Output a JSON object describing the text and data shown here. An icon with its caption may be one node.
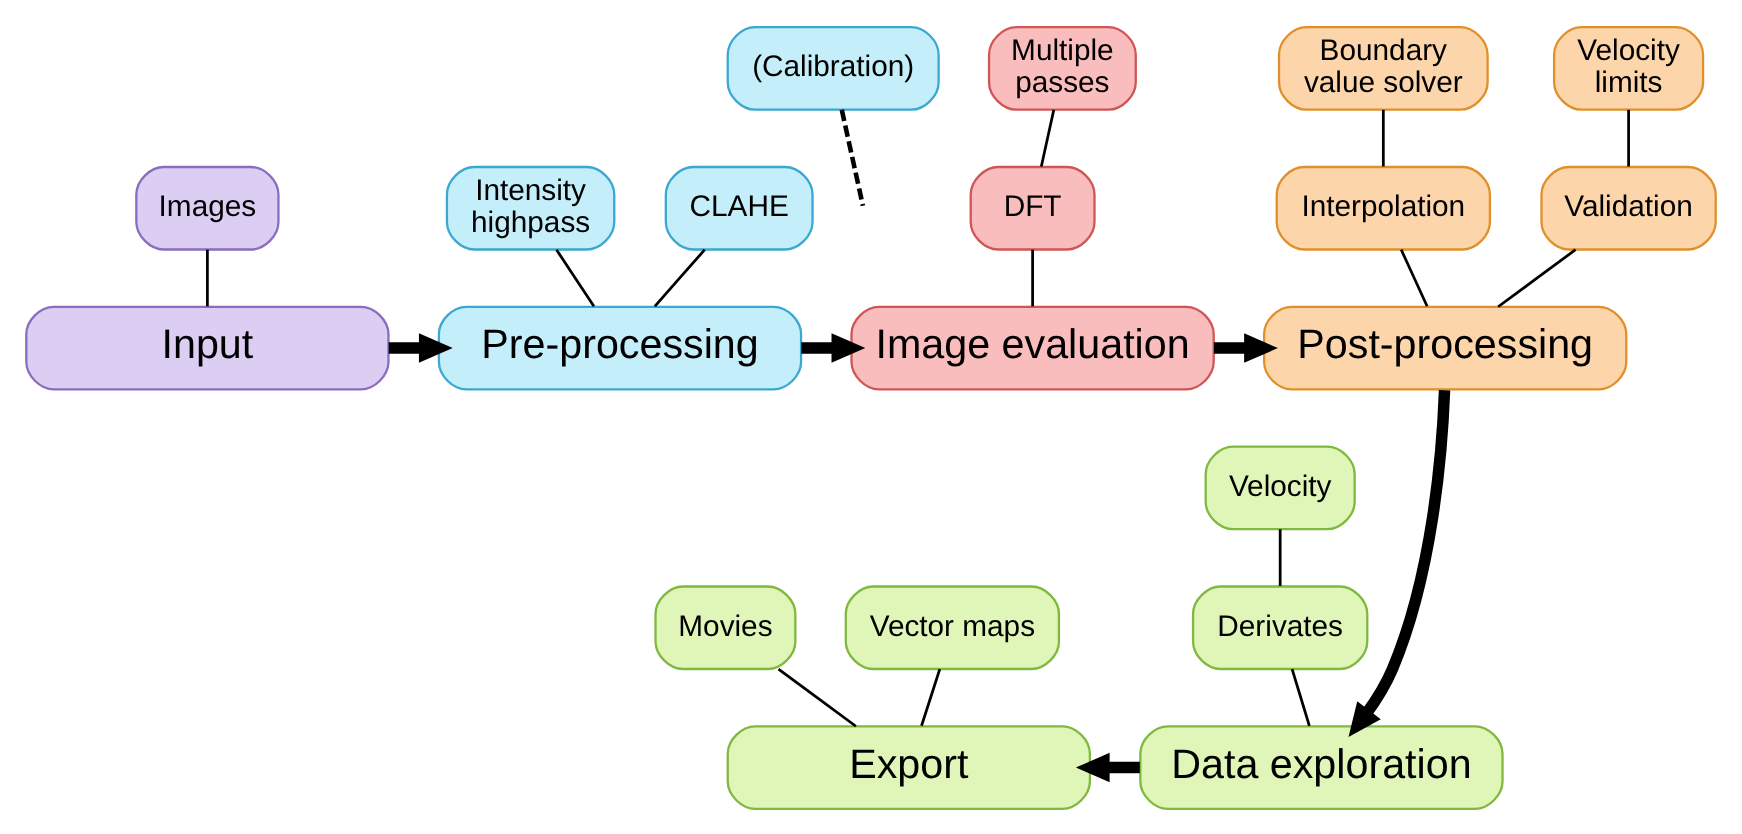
{
  "diagram": {
    "nodes": [
      {
        "text": [
          "Input"
        ]
      },
      {
        "text": [
          "Images"
        ]
      },
      {
        "text": [
          "Pre-processing"
        ]
      },
      {
        "text": [
          "CLAHE"
        ]
      },
      {
        "text": [
          "Intensity highpass"
        ]
      },
      {
        "text": [
          "(Calibration)"
        ]
      },
      {
        "text": [
          "Image evaluation"
        ]
      },
      {
        "text": [
          "DFT"
        ]
      },
      {
        "text": [
          "Multiple passes"
        ]
      },
      {
        "text": [
          "Post-processing"
        ]
      },
      {
        "text": [
          "Validation"
        ]
      },
      {
        "text": [
          "Velocity limits"
        ]
      },
      {
        "text": [
          "Interpolation"
        ]
      },
      {
        "text": [
          "Boundary value solver"
        ]
      },
      {
        "text": [
          "Data exploration"
        ]
      },
      {
        "text": [
          "Derivates"
        ]
      },
      {
        "text": [
          "Velocity"
        ]
      },
      {
        "text": [
          "Export"
        ]
      },
      {
        "text": [
          "Movies"
        ]
      },
      {
        "text": [
          "Vector maps"
        ]
      }
    ],
    "edges": [
      {
        "from": 0,
        "to": 2,
        "arrow": "to",
        "style": "thick"
      },
      {
        "from": 2,
        "to": 6,
        "arrow": "to",
        "style": "thick"
      },
      {
        "from": 6,
        "to": 9,
        "arrow": "to",
        "style": "thick"
      },
      {
        "from": 9,
        "to": 14,
        "arrow": "to",
        "style": "thick"
      },
      {
        "from": 14,
        "to": 17,
        "arrow": "to",
        "style": "thick"
      },
      {
        "from": 1,
        "to": 0,
        "arrow": "none"
      },
      {
        "from": 3,
        "to": 2,
        "arrow": "none"
      },
      {
        "from": 4,
        "to": 2,
        "arrow": "none"
      },
      {
        "from": 5,
        "to": null,
        "arrow": "none",
        "style": "dashed"
      },
      {
        "from": 7,
        "to": 6,
        "arrow": "none"
      },
      {
        "from": 8,
        "to": 7,
        "arrow": "none"
      },
      {
        "from": 10,
        "to": 9,
        "arrow": "none"
      },
      {
        "from": 11,
        "to": 10,
        "arrow": "none"
      },
      {
        "from": 12,
        "to": 9,
        "arrow": "none"
      },
      {
        "from": 13,
        "to": 12,
        "arrow": "none"
      },
      {
        "from": 15,
        "to": 14,
        "arrow": "none"
      },
      {
        "from": 16,
        "to": 15,
        "arrow": "none"
      },
      {
        "from": 18,
        "to": 17,
        "arrow": "none"
      },
      {
        "from": 19,
        "to": 17,
        "arrow": "none"
      }
    ]
  }
}
